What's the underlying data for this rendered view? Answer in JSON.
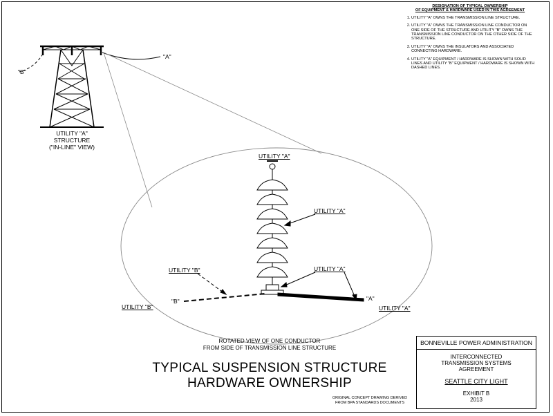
{
  "notes": {
    "title_line1": "DESIGNATION OF TYPICAL OWNERSHIP",
    "title_line2": "OF EQUIPMENT & HARDWARE USED IN THIS AGREEMENT",
    "items": [
      "UTILITY \"A\" OWNS THE TRANSMISSION LINE STRUCTURE.",
      "UTILITY \"A\" OWNS THE TRANSMISSION LINE CONDUCTOR ON ONE SIDE OF THE STRUCTURE AND UTILITY \"B\" OWNS THE TRANSMISSION LINE CONDUCTOR ON THE OTHER SIDE OF THE STRUCTURE.",
      "UTILITY \"A\" OWNS THE INSULATORS AND ASSOCIATED CONNECTING HARDWARE.",
      "UTILITY \"A\" EQUIPMENT / HARDWARE IS SHOWN WITH SOLID LINES AND UTILITY \"B\" EQUIPMENT / HARDWARE IS SHOWN WITH DASHED LINES."
    ]
  },
  "tower": {
    "label_a": "\"A\"",
    "label_b": "\"B\"",
    "caption_line1": "UTILITY \"A\"",
    "caption_line2": "STRUCTURE",
    "caption_line3": "(\"IN-LINE\" VIEW)"
  },
  "detail": {
    "top_label": "UTILITY \"A\"",
    "insulator_label": "UTILITY \"A\"",
    "hardware_label": "UTILITY \"A\"",
    "b_hardware_label": "UTILITY \"B\"",
    "left_conductor_label": "UTILITY \"B\"",
    "right_conductor_label": "UTILITY \"A\"",
    "b_end": "\"B\"",
    "a_end": "\"A\""
  },
  "rotated_view": {
    "line1": "ROTATED VIEW OF ONE CONDUCTOR",
    "line2": "FROM SIDE OF TRANSMISSION LINE STRUCTURE"
  },
  "title": {
    "line1": "TYPICAL SUSPENSION STRUCTURE",
    "line2": "HARDWARE OWNERSHIP"
  },
  "origin_note": {
    "line1": "ORIGINAL CONCEPT DRAWING DERIVED",
    "line2": "FROM BPA STANDARDS DOCUMENTS"
  },
  "title_block": {
    "agency": "BONNEVILLE POWER ADMINISTRATION",
    "agreement_line1": "INTERCONNECTED",
    "agreement_line2": "TRANSMISSION SYSTEMS",
    "agreement_line3": "AGREEMENT",
    "utility": "SEATTLE CITY LIGHT",
    "exhibit": "EXHIBIT B",
    "year": "2013"
  }
}
